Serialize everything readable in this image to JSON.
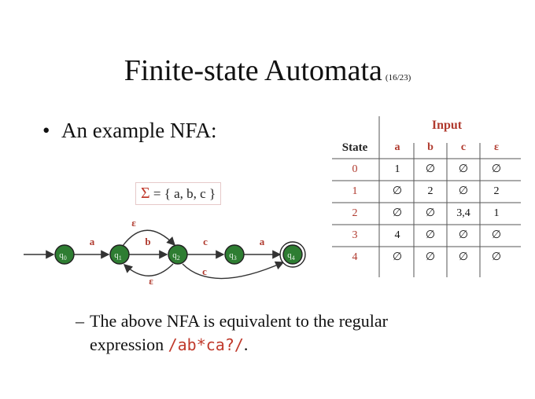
{
  "slide": {
    "title": "Finite-state Automata",
    "page_counter": "(16/23)",
    "bullet_marker": "•",
    "bullet_text": "An example NFA:",
    "sigma": {
      "symbol": "Σ",
      "text": "= { a, b, c }"
    },
    "note": {
      "dash": "–",
      "line1": "The above NFA is equivalent to the regular",
      "line2_prefix": "expression ",
      "regex": "/ab*ca?/",
      "line2_suffix": "."
    }
  },
  "nfa": {
    "states": [
      "q0",
      "q1",
      "q2",
      "q3",
      "q4"
    ],
    "state_labels": [
      {
        "main": "q",
        "sub": "0"
      },
      {
        "main": "q",
        "sub": "1"
      },
      {
        "main": "q",
        "sub": "2"
      },
      {
        "main": "q",
        "sub": "3"
      },
      {
        "main": "q",
        "sub": "4"
      }
    ],
    "accepting_state": "q4",
    "start_state": "q0",
    "transitions": [
      {
        "from": "q0",
        "to": "q1",
        "label": "a"
      },
      {
        "from": "q1",
        "to": "q2",
        "label": "b"
      },
      {
        "from": "q1",
        "to": "q2",
        "label": "ε"
      },
      {
        "from": "q2",
        "to": "q1",
        "label": "ε"
      },
      {
        "from": "q2",
        "to": "q3",
        "label": "c"
      },
      {
        "from": "q2",
        "to": "q4",
        "label": "c"
      },
      {
        "from": "q3",
        "to": "q4",
        "label": "a"
      }
    ],
    "colors": {
      "state_fill": "#2e7d32",
      "edge": "#333333",
      "label": "#b03a2e"
    }
  },
  "table": {
    "input_header": "Input",
    "state_header": "State",
    "symbols": [
      "a",
      "b",
      "c",
      "ε"
    ],
    "rows": [
      {
        "state": "0",
        "cells": [
          "1",
          "∅",
          "∅",
          "∅"
        ]
      },
      {
        "state": "1",
        "cells": [
          "∅",
          "2",
          "∅",
          "2"
        ]
      },
      {
        "state": "2",
        "cells": [
          "∅",
          "∅",
          "3,4",
          "1"
        ]
      },
      {
        "state": "3",
        "cells": [
          "4",
          "∅",
          "∅",
          "∅"
        ]
      },
      {
        "state": "4",
        "cells": [
          "∅",
          "∅",
          "∅",
          "∅"
        ]
      }
    ]
  }
}
